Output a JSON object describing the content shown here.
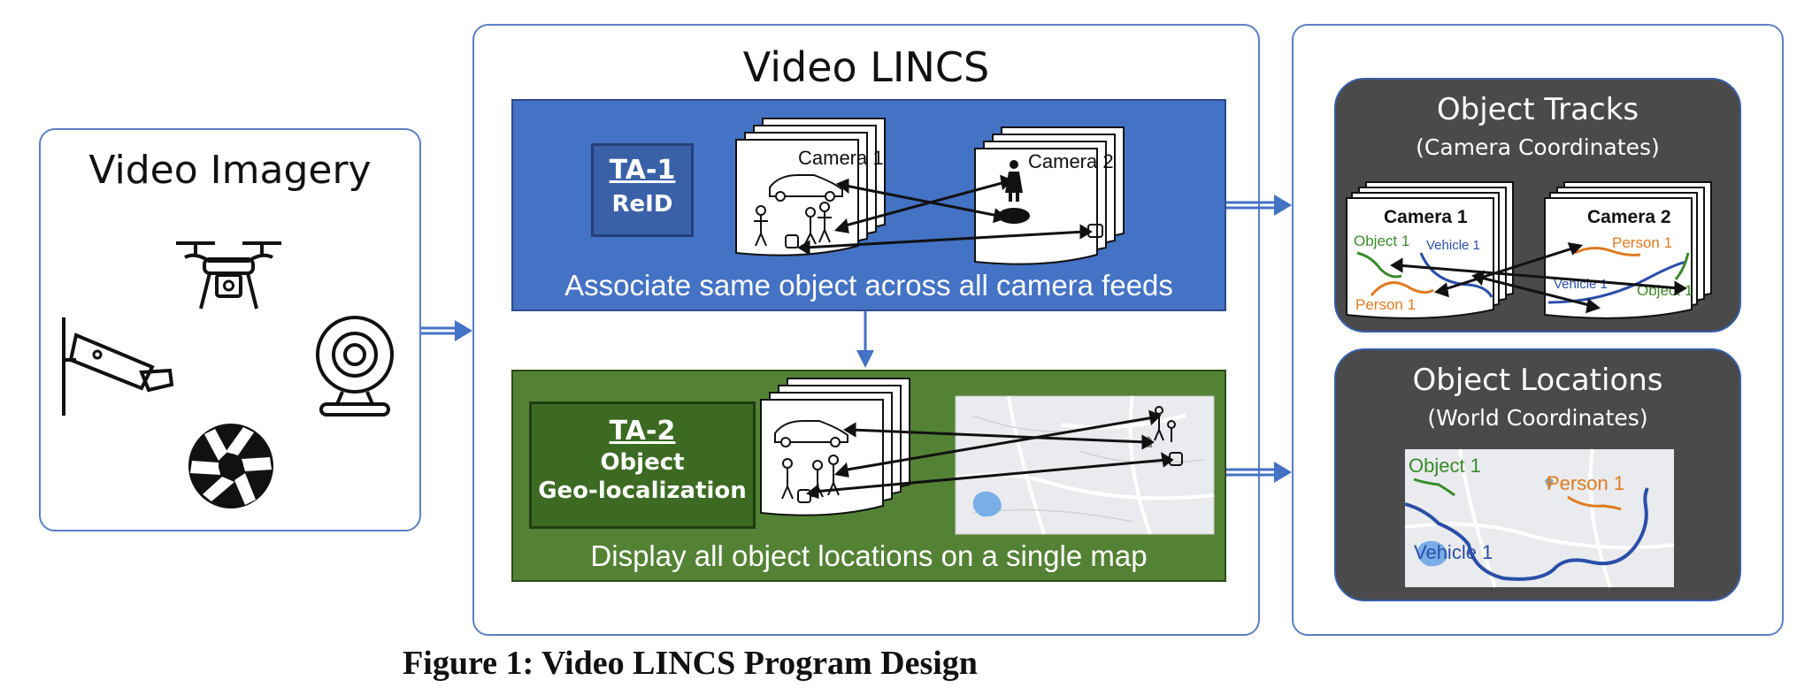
{
  "left_panel": {
    "title": "Video Imagery",
    "icons": [
      "drone-icon",
      "security-camera-icon",
      "webcam-icon",
      "aperture-icon"
    ]
  },
  "center_panel": {
    "title": "Video LINCS",
    "ta1": {
      "title": "TA-1",
      "subtitle": "ReID",
      "caption": "Associate same object across all camera feeds",
      "camera1_label": "Camera 1",
      "camera2_label": "Camera 2",
      "color": "#4472c4"
    },
    "ta2": {
      "title": "TA-2",
      "line1": "Object",
      "line2": "Geo-localization",
      "caption": "Display all object locations on a single map",
      "color": "#548235"
    }
  },
  "right_panel": {
    "tracks": {
      "title": "Object Tracks",
      "subtitle": "(Camera Coordinates)",
      "cam1": {
        "label": "Camera 1",
        "object": "Object 1",
        "vehicle": "Vehicle 1",
        "person": "Person 1"
      },
      "cam2": {
        "label": "Camera 2",
        "person": "Person 1",
        "vehicle": "Vehicle 1",
        "object": "Object 1"
      }
    },
    "locations": {
      "title": "Object Locations",
      "subtitle": "(World Coordinates)",
      "object": "Object 1",
      "person": "Person 1",
      "vehicle": "Vehicle 1"
    }
  },
  "figure_caption": "Figure 1: Video LINCS Program Design",
  "colors": {
    "panel_border": "#5b7fc4",
    "arrow": "#4472c4",
    "dark_box": "#4a4a4a",
    "green_track": "#3a8a2a",
    "blue_track": "#2a4ea8",
    "orange_track": "#e07a1f"
  }
}
